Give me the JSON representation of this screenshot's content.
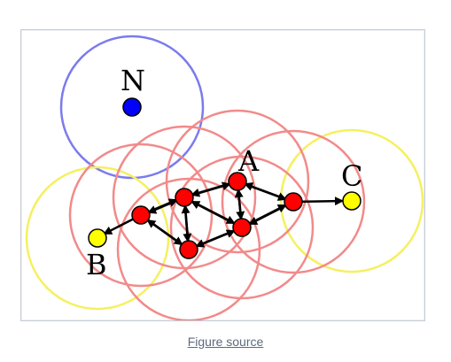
{
  "caption": {
    "link_text": "Figure source"
  },
  "diagram": {
    "description_labels": {
      "noise": "N",
      "core": "A",
      "border_b": "B",
      "border_c": "C"
    },
    "colors": {
      "core_point_fill": "#ff0000",
      "core_circle_stroke": "#f28a8a",
      "border_point_fill": "#ffff00",
      "border_circle_stroke": "#f5f060",
      "noise_point_fill": "#0000ff",
      "noise_circle_stroke": "#7b7bee",
      "arrow": "#000000",
      "frame_border": "#c8ccd4",
      "caption_text": "#5b6b7c"
    },
    "point_types": [
      "core",
      "border",
      "noise"
    ]
  }
}
